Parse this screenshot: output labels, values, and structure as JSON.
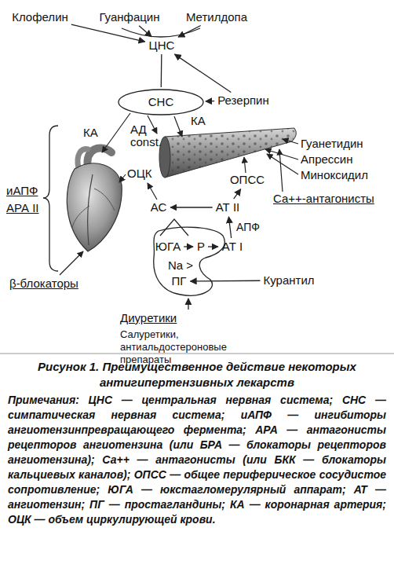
{
  "diagram": {
    "caption": "Рисунок 1. Преимущественное действие некоторых антигипертензивных лекарств",
    "nodes": [
      {
        "text": [
          "Клофелин"
        ]
      },
      {
        "text": [
          "Гуанфацин"
        ]
      },
      {
        "text": [
          "Метилдопа"
        ]
      },
      {
        "text": [
          "ЦНС"
        ]
      },
      {
        "text": [
          "СНС"
        ]
      },
      {
        "text": [
          "Резерпин"
        ]
      },
      {
        "text": [
          "ОПСС"
        ]
      },
      {
        "text": [
          "АС"
        ]
      },
      {
        "text": [
          "АТ II"
        ]
      },
      {
        "text": [
          "Na >"
        ]
      },
      {
        "text": [
          "ЮГА"
        ],
        "in": 9
      },
      {
        "text": [
          "Р"
        ],
        "in": 9
      },
      {
        "text": [
          "АТ I"
        ]
      },
      {
        "text": [
          "ПГ"
        ],
        "in": 9
      },
      {
        "text": [
          "Курантил"
        ]
      },
      {
        "text": [
          "Диуретики",
          "Салуретики, антиальдостероновые препараты"
        ]
      }
    ],
    "edges": [
      {
        "from": 0,
        "to": 3,
        "arrow": "to"
      },
      {
        "from": 1,
        "to": 3,
        "arrow": "to"
      },
      {
        "from": 2,
        "to": 3,
        "arrow": "to"
      },
      {
        "from": 3,
        "to": 4,
        "arrow": "none"
      },
      {
        "from": 5,
        "to": 3,
        "arrow": "to"
      },
      {
        "from": 5,
        "to": 4,
        "arrow": "to"
      },
      {
        "from": 8,
        "to": 6,
        "arrow": "to"
      },
      {
        "from": 8,
        "to": 7,
        "arrow": "to"
      },
      {
        "from": 12,
        "to": 8,
        "label": "АПФ",
        "arrow": "to"
      },
      {
        "from": 11,
        "to": 12,
        "arrow": "to"
      },
      {
        "from": 10,
        "to": 11,
        "arrow": "to"
      },
      {
        "from": 14,
        "to": 13,
        "arrow": "to"
      },
      {
        "from": 15,
        "to": 9,
        "arrow": "to"
      }
    ],
    "labels": [
      "КА",
      "АД",
      "const.",
      "КА",
      "ОЦК",
      "иАПФ",
      "АРА II",
      "Гуанетидин",
      "Апрессин",
      "Миноксидил",
      "Са++-антагонисты",
      "β-блокаторы",
      "Примечания: ЦНС — центральная нервная система; СНС — симпатическая нервная система; иАПФ — ингибиторы ангиотензинпревращающего фермента; АРА — антагонисты рецепторов ангиотензина (или БРА — блокаторы рецепторов ангиотензина); Са++ — антагонисты (или БКК — блокаторы кальциевых каналов); ОПСС — общее периферическое сосудистое сопротивление; ЮГА — юкстагломерулярный аппарат; АТ — ангиотензин; ПГ — простагландины; КА — коронарная артерия; ОЦК — объем циркулирующей крови."
    ]
  }
}
